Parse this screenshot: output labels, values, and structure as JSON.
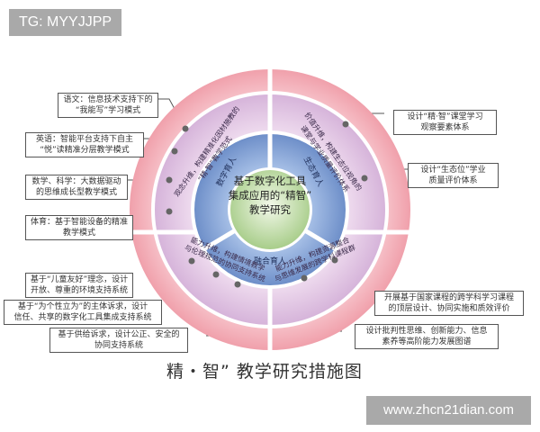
{
  "watermarks": {
    "top_left": "TG: MYYJJPP",
    "bottom_right": "www.zhcn21dian.com"
  },
  "caption": "精・智” 教学研究措施图",
  "diagram": {
    "center": {
      "line1": "基于数字化工具",
      "line2": "集成应用的“精智”",
      "line3": "教学研究",
      "color": "#b5d49a"
    },
    "inner_ring": {
      "color": "#7f9fd3",
      "segments": [
        {
          "label": "数字育人"
        },
        {
          "label": "生态育人"
        },
        {
          "label": "融合育人"
        }
      ]
    },
    "middle_ring": {
      "color": "#d9b8dc",
      "segments": [
        {
          "label_line1": "观念升维，构建精准化因材施教的",
          "label_line2": "“精·智”教学范式"
        },
        {
          "label_line1": "价值升维，构建生态位视角的",
          "label_line2": "课堂与学业质量评价体系"
        },
        {
          "label_line1": "能力升维，构建情境教学",
          "label_line2": "与伦理规范的协同支持系统"
        },
        {
          "label_line1": "能力升维，构建资源整合",
          "label_line2": "与思维发展的跨学科课程群"
        }
      ]
    },
    "outer_ring": {
      "color": "#f2a9b2"
    },
    "callouts_left": [
      {
        "line1": "语文：信息技术支持下的",
        "line2": "“我能写”学习模式"
      },
      {
        "line1": "英语：智能平台支持下自主",
        "line2": "“悦”读精准分层教学模式"
      },
      {
        "line1": "数学、科学：大数据驱动",
        "line2": "的思维成长型教学模式"
      },
      {
        "line1": "体育：基于智能设备的精准",
        "line2": "教学模式"
      },
      {
        "line1": "基于“儿童友好”理念，设计",
        "line2": "开放、尊重的环境支持系统"
      },
      {
        "line1": "基于“为个性立为”的主体诉求，设计",
        "line2": "信任、共享的数字化工具集成支持系统"
      },
      {
        "line1": "基于供给诉求，设计公正、安全的",
        "line2": "协同支持系统"
      }
    ],
    "callouts_right": [
      {
        "line1": "设计“精·智”课堂学习",
        "line2": "观察要素体系"
      },
      {
        "line1": "设计“生态位”学业",
        "line2": "质量评价体系"
      },
      {
        "line1": "开展基于国家课程的跨学科学习课程",
        "line2": "的顶层设计、协同实施和质效评价"
      },
      {
        "line1": "设计批判性思维、创新能力、信息",
        "line2": "素养等高阶能力发展图谱"
      }
    ]
  }
}
